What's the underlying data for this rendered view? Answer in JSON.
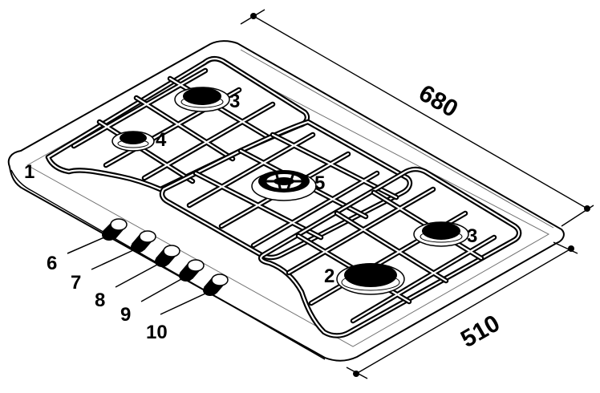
{
  "diagram": {
    "dimensions": {
      "width": "680",
      "depth": "510"
    },
    "labels": {
      "hob_panel": "1",
      "burner_large": "2",
      "burner_medium_rear": "3",
      "burner_medium_front": "3",
      "burner_small": "4",
      "burner_wok": "5",
      "knob_1": "6",
      "knob_2": "7",
      "knob_3": "8",
      "knob_4": "9",
      "knob_5": "10"
    }
  }
}
